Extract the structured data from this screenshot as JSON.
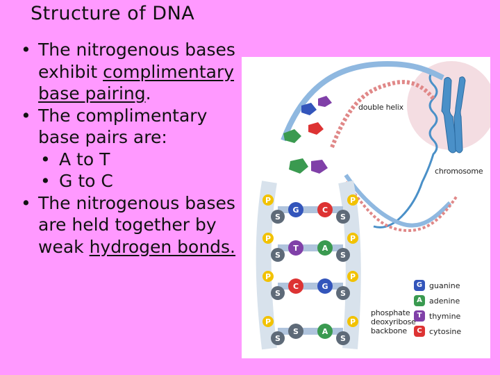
{
  "title": "Structure of DNA",
  "bullets": [
    {
      "pre": "The nitrogenous bases exhibit ",
      "link": "complimentary base pairing",
      "post": "."
    },
    {
      "pre": "The complimentary base pairs are:",
      "link": "",
      "post": ""
    },
    {
      "pre": "The nitrogenous bases are held together by weak ",
      "link": "hydrogen bonds.",
      "post": ""
    }
  ],
  "sub_bullets": [
    "A to T",
    "G to C"
  ],
  "figure": {
    "labels": {
      "double_helix": "double helix",
      "chromosome": "chromosome",
      "backbone": "phosphate deoxyribose backbone"
    },
    "legend": [
      {
        "letter": "G",
        "name": "guanine",
        "color": "#3355bb"
      },
      {
        "letter": "A",
        "name": "adenine",
        "color": "#3a9a50"
      },
      {
        "letter": "T",
        "name": "thymine",
        "color": "#8040a8"
      },
      {
        "letter": "C",
        "name": "cytosine",
        "color": "#dd3333"
      }
    ],
    "rungs": [
      {
        "left": "G",
        "right": "C"
      },
      {
        "left": "T",
        "right": "A"
      },
      {
        "left": "C",
        "right": "G"
      },
      {
        "left": "S",
        "right": "A"
      }
    ],
    "phosphate": "P",
    "sugar": "S",
    "colors": {
      "background": "#ff99ff",
      "phosphate": "#f2c200",
      "sugar": "#5e6a78",
      "link": "#1a1a1a"
    }
  }
}
